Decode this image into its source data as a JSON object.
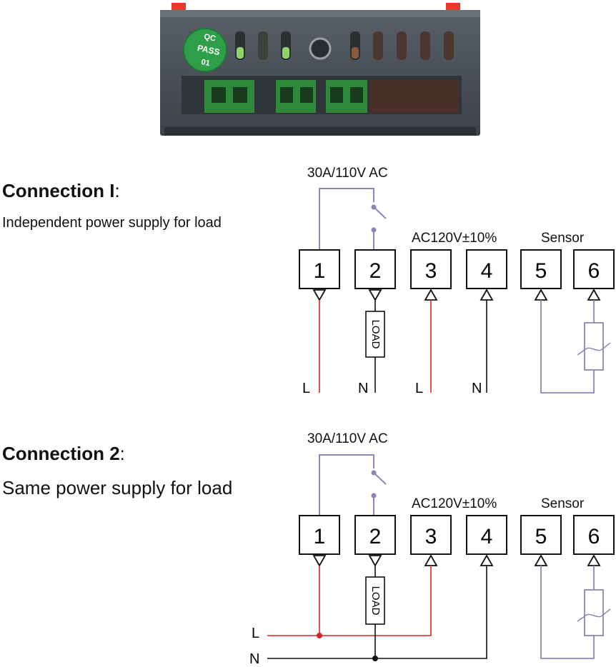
{
  "device": {
    "qc_badge": {
      "line1": "QC",
      "line2": "PASS",
      "line3": "01"
    }
  },
  "connection1": {
    "title": "Connection I",
    "colon": ":",
    "description": "Independent power supply for load",
    "rating": "30A/110V AC",
    "supply_label": "AC120V±10%",
    "sensor_label": "Sensor",
    "terminals": [
      "1",
      "2",
      "3",
      "4",
      "5",
      "6"
    ],
    "load_label": "LOAD",
    "wire_labels": [
      "L",
      "N",
      "L",
      "N"
    ]
  },
  "connection2": {
    "title": "Connection 2",
    "colon": ":",
    "description": "Same power supply for load",
    "rating": "30A/110V AC",
    "supply_label": "AC120V±10%",
    "sensor_label": "Sensor",
    "terminals": [
      "1",
      "2",
      "3",
      "4",
      "5",
      "6"
    ],
    "load_label": "LOAD",
    "wire_labels": [
      "L",
      "N"
    ]
  },
  "colors": {
    "live": "#d8232a",
    "neutral": "#111111",
    "switch": "#8a86b5",
    "sensor": "#8a86b5"
  }
}
